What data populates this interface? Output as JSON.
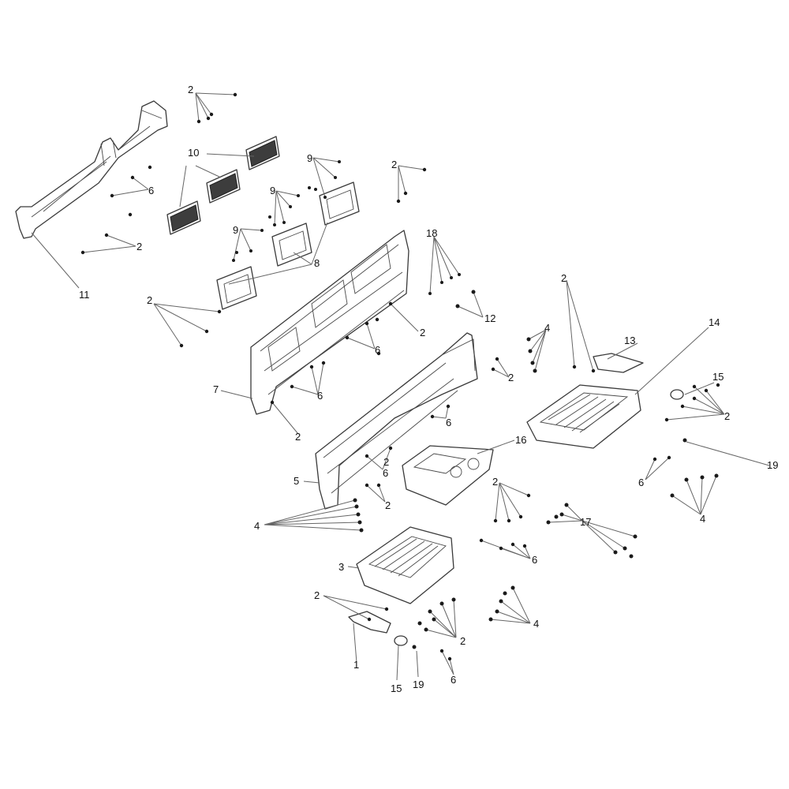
{
  "callouts": [
    {
      "id": "c11",
      "text": "11"
    },
    {
      "id": "c2a",
      "text": "2"
    },
    {
      "id": "c6a",
      "text": "6"
    },
    {
      "id": "c2b",
      "text": "2"
    },
    {
      "id": "c10",
      "text": "10"
    },
    {
      "id": "c9a",
      "text": "9"
    },
    {
      "id": "c9b",
      "text": "9"
    },
    {
      "id": "c9c",
      "text": "9"
    },
    {
      "id": "c8",
      "text": "8"
    },
    {
      "id": "c2c",
      "text": "2"
    },
    {
      "id": "c18",
      "text": "18"
    },
    {
      "id": "c12",
      "text": "12"
    },
    {
      "id": "c2d",
      "text": "2"
    },
    {
      "id": "c2e",
      "text": "2"
    },
    {
      "id": "c6b",
      "text": "6"
    },
    {
      "id": "c7",
      "text": "7"
    },
    {
      "id": "c6c",
      "text": "6"
    },
    {
      "id": "c2f",
      "text": "2"
    },
    {
      "id": "c4a",
      "text": "4"
    },
    {
      "id": "c2g",
      "text": "2"
    },
    {
      "id": "c13",
      "text": "13"
    },
    {
      "id": "c14",
      "text": "14"
    },
    {
      "id": "c15a",
      "text": "15"
    },
    {
      "id": "c2h",
      "text": "2"
    },
    {
      "id": "c19a",
      "text": "19"
    },
    {
      "id": "c6d",
      "text": "6"
    },
    {
      "id": "c16",
      "text": "16"
    },
    {
      "id": "c6e",
      "text": "6"
    },
    {
      "id": "c5",
      "text": "5"
    },
    {
      "id": "c2i",
      "text": "2"
    },
    {
      "id": "c4b",
      "text": "4"
    },
    {
      "id": "c2j",
      "text": "2"
    },
    {
      "id": "c6f",
      "text": "6"
    },
    {
      "id": "c4c",
      "text": "4"
    },
    {
      "id": "c17",
      "text": "17"
    },
    {
      "id": "c6g",
      "text": "6"
    },
    {
      "id": "c3",
      "text": "3"
    },
    {
      "id": "c2k",
      "text": "2"
    },
    {
      "id": "c4d",
      "text": "4"
    },
    {
      "id": "c2l",
      "text": "2"
    },
    {
      "id": "c1",
      "text": "1"
    },
    {
      "id": "c15b",
      "text": "15"
    },
    {
      "id": "c19b",
      "text": "19"
    },
    {
      "id": "c6h",
      "text": "6"
    },
    {
      "id": "c2m",
      "text": "2"
    },
    {
      "id": "c2n",
      "text": "2"
    }
  ]
}
